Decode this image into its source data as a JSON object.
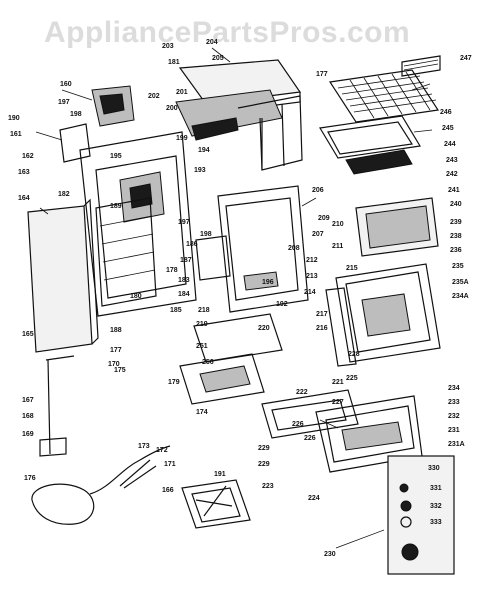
{
  "watermark": "AppliancePartsPros.com",
  "labels": [
    {
      "text": "160"
    },
    {
      "text": "197"
    },
    {
      "text": "198"
    },
    {
      "text": "190"
    },
    {
      "text": "161"
    },
    {
      "text": "162"
    },
    {
      "text": "163"
    },
    {
      "text": "164"
    },
    {
      "text": "165"
    },
    {
      "text": "182"
    },
    {
      "text": "195"
    },
    {
      "text": "189"
    },
    {
      "text": "194"
    },
    {
      "text": "193"
    },
    {
      "text": "199"
    },
    {
      "text": "200"
    },
    {
      "text": "201"
    },
    {
      "text": "202"
    },
    {
      "text": "203"
    },
    {
      "text": "181"
    },
    {
      "text": "204"
    },
    {
      "text": "205"
    },
    {
      "text": "177"
    },
    {
      "text": "247"
    },
    {
      "text": "246"
    },
    {
      "text": "245"
    },
    {
      "text": "244"
    },
    {
      "text": "243"
    },
    {
      "text": "242"
    },
    {
      "text": "241"
    },
    {
      "text": "240"
    },
    {
      "text": "239"
    },
    {
      "text": "238"
    },
    {
      "text": "236"
    },
    {
      "text": "235"
    },
    {
      "text": "235A"
    },
    {
      "text": "234A"
    },
    {
      "text": "206"
    },
    {
      "text": "207"
    },
    {
      "text": "208"
    },
    {
      "text": "209"
    },
    {
      "text": "210"
    },
    {
      "text": "211"
    },
    {
      "text": "212"
    },
    {
      "text": "213"
    },
    {
      "text": "214"
    },
    {
      "text": "215"
    },
    {
      "text": "216"
    },
    {
      "text": "217"
    },
    {
      "text": "218"
    },
    {
      "text": "219"
    },
    {
      "text": "220"
    },
    {
      "text": "251"
    },
    {
      "text": "256"
    },
    {
      "text": "228"
    },
    {
      "text": "225"
    },
    {
      "text": "221"
    },
    {
      "text": "222"
    },
    {
      "text": "227"
    },
    {
      "text": "226"
    },
    {
      "text": "223"
    },
    {
      "text": "224"
    },
    {
      "text": "229"
    },
    {
      "text": "234"
    },
    {
      "text": "233"
    },
    {
      "text": "232"
    },
    {
      "text": "231"
    },
    {
      "text": "231A"
    },
    {
      "text": "230"
    },
    {
      "text": "330"
    },
    {
      "text": "331"
    },
    {
      "text": "332"
    },
    {
      "text": "333"
    },
    {
      "text": "179"
    },
    {
      "text": "183"
    },
    {
      "text": "184"
    },
    {
      "text": "185"
    },
    {
      "text": "186"
    },
    {
      "text": "187"
    },
    {
      "text": "188"
    },
    {
      "text": "176"
    },
    {
      "text": "177"
    },
    {
      "text": "170"
    },
    {
      "text": "174"
    },
    {
      "text": "173"
    },
    {
      "text": "172"
    },
    {
      "text": "171"
    },
    {
      "text": "166"
    },
    {
      "text": "167"
    },
    {
      "text": "168"
    },
    {
      "text": "169"
    },
    {
      "text": "175"
    },
    {
      "text": "178"
    },
    {
      "text": "180"
    },
    {
      "text": "191"
    },
    {
      "text": "192"
    },
    {
      "text": "196"
    },
    {
      "text": "197"
    },
    {
      "text": "198"
    },
    {
      "text": "226"
    },
    {
      "text": "229"
    }
  ],
  "colors": {
    "ink": "#111111",
    "watermark": "#dcdcdc",
    "paper": "#ffffff"
  }
}
